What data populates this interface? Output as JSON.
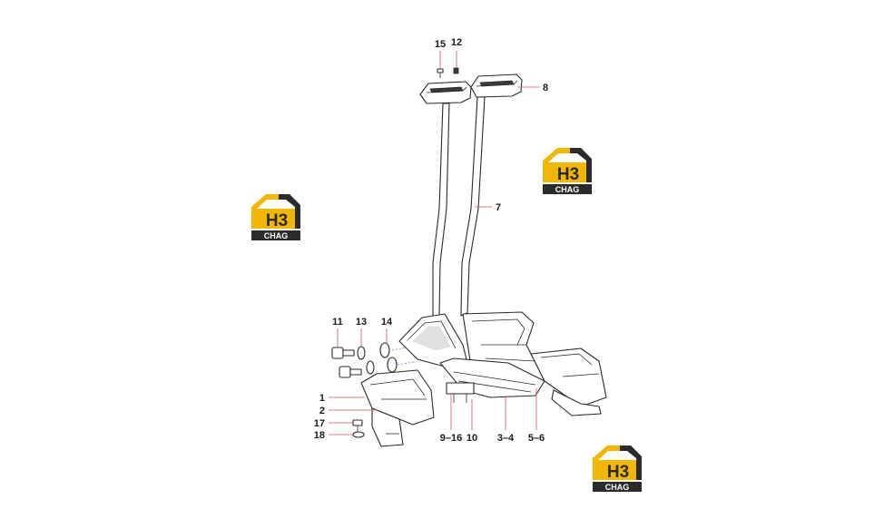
{
  "callouts": {
    "c15": "15",
    "c12": "12",
    "c8": "8",
    "c7": "7",
    "c11": "11",
    "c13": "13",
    "c14": "14",
    "c1": "1",
    "c2": "2",
    "c17": "17",
    "c18": "18",
    "c9_16": "9–16",
    "c10": "10",
    "c3_4": "3–4",
    "c5_6": "5–6"
  },
  "watermark": {
    "letters": "H3",
    "subtitle": "CHAG",
    "colors": {
      "accent": "#f2b705",
      "dark": "#2b2b2b"
    }
  },
  "colors": {
    "leader": "#d9534f",
    "line": "#2a2a2a"
  }
}
